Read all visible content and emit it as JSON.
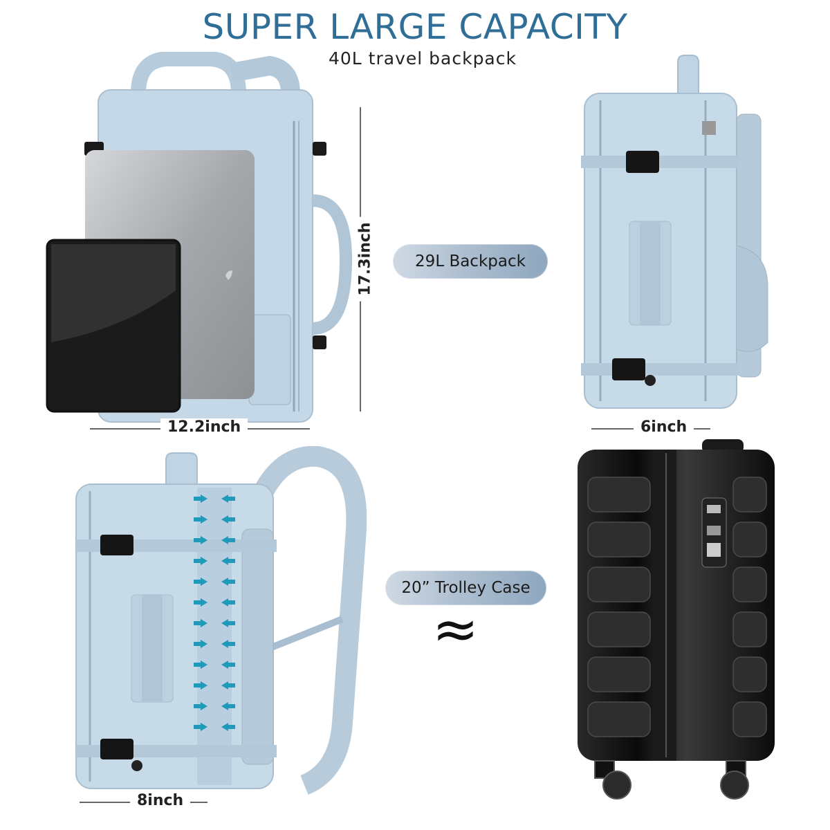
{
  "header": {
    "title": "SUPER LARGE CAPACITY",
    "subtitle": "40L travel backpack"
  },
  "labels": {
    "backpack_pill": "29L Backpack",
    "trolley_pill": "20” Trolley Case",
    "approx_symbol": "≈"
  },
  "dimensions": {
    "width": "12.2inch",
    "height": "17.3inch",
    "depth_side": "6inch",
    "depth_expanded": "8inch"
  },
  "colors": {
    "title": "#2f6e97",
    "bag": "#c3d7e6",
    "arrow": "#1f9ab8",
    "suitcase": "#0d0d0d"
  },
  "icons": [
    "laptop-image",
    "tablet-image",
    "expansion-arrow-icon",
    "approx-icon"
  ]
}
